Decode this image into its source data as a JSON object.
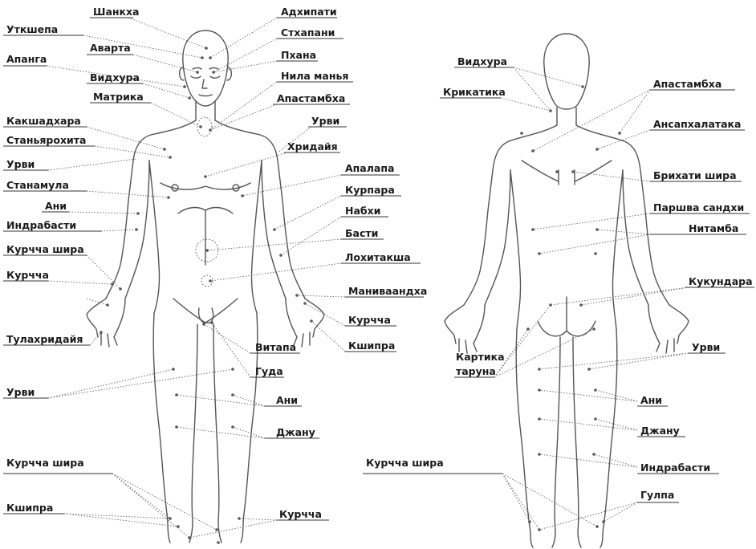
{
  "front_labels": {
    "shankha": "Шанкха",
    "adhipati": "Адхипати",
    "utkshepa": "Уткшепа",
    "avarta": "Аварта",
    "sthapani": "Стхапани",
    "apanga": "Апанга",
    "phana": "Пхана",
    "vidhura": "Видхура",
    "nila_manya": "Нила манья",
    "matrika": "Матрика",
    "apastambha": "Апастамбха",
    "kakshadhara": "Какшадхара",
    "urvi_neck": "Урви",
    "stanyarohita": "Станьярохита",
    "hridaya": "Хридайя",
    "urvi_arm": "Урви",
    "apalapa": "Апалапа",
    "stanamula": "Станамула",
    "kurpara": "Курпара",
    "ani_arm": "Ани",
    "nabhi": "Набхи",
    "indrabasti_arm": "Индрабасти",
    "basti": "Басти",
    "kurcha_shira_hand": "Курчча шира",
    "lohitaksha": "Лохитакша",
    "kurcha_hand": "Курчча",
    "manibandha": "Маниваандха",
    "kurcha_right_hand": "Курчча",
    "talahridaya": "Тулахридайя",
    "kshipra_hand": "Кшипра",
    "vitapa": "Витапа",
    "guda": "Гуда",
    "urvi_leg": "Урви",
    "ani_leg": "Ани",
    "janu": "Джану",
    "kurcha_shira_foot": "Курчча шира",
    "kshipra_foot": "Кшипра",
    "kurcha_foot": "Курчча"
  },
  "back_labels": {
    "vidhura": "Видхура",
    "krikatika": "Крикатика",
    "apastambha": "Апастамбха",
    "amsaphalaka": "Ансапхалатака",
    "brihati_shira": "Брихати шира",
    "parshva_sandhi": "Паршва сандхи",
    "nitamba": "Нитамба",
    "kukundara": "Кукундара",
    "kartika_taruna_1": "Картика",
    "kartika_taruna_2": "таруна",
    "urvi": "Урви",
    "ani": "Ани",
    "janu": "Джану",
    "indrabasti": "Индрабасти",
    "kurcha_shira": "Курчча шира",
    "gulpa": "Гулпа"
  },
  "colors": {
    "line": "#555555",
    "text": "#1a1a1a",
    "leader": "#666666"
  }
}
